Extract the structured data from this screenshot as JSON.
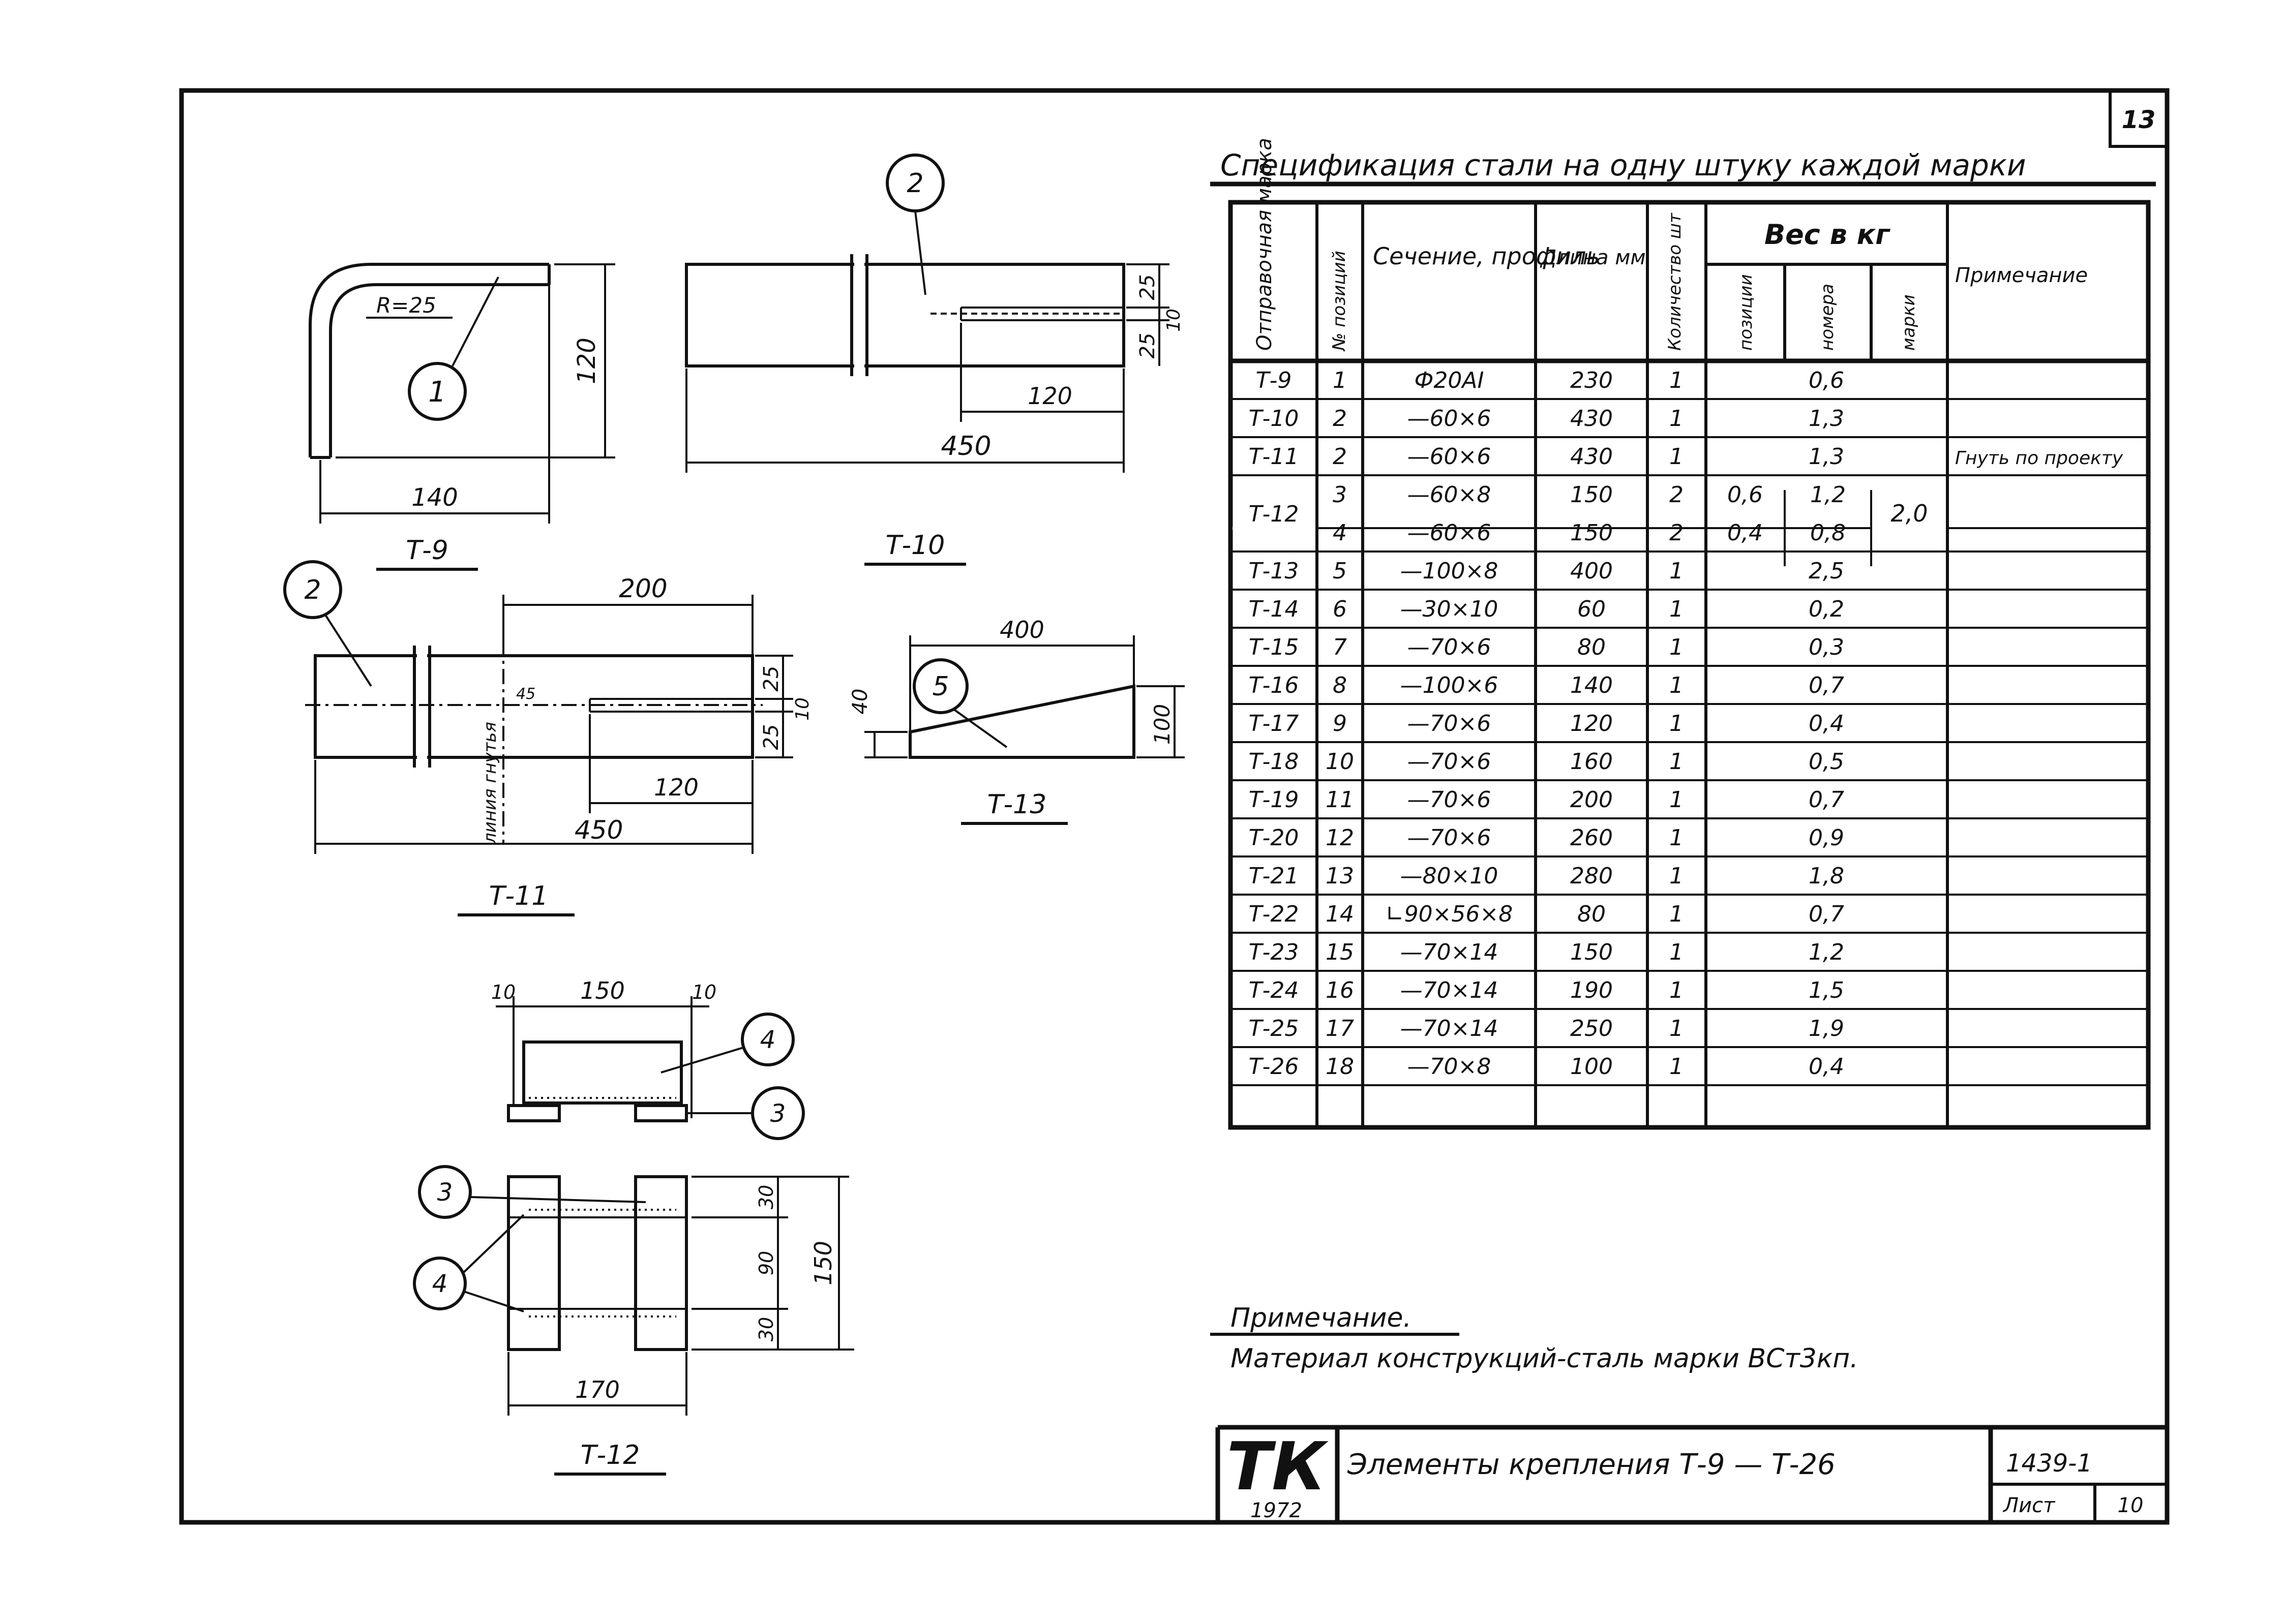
{
  "sheet_number": "13",
  "spec": {
    "title": "Спецификация стали на одну штуку каждой марки",
    "headers": {
      "mark": "Отправочная марка",
      "position": "№ позиций",
      "section": "Сечение, профиль",
      "length": "Длина мм",
      "qty": "Количество шт",
      "weight": "Вес в кг",
      "w_position": "позиции",
      "w_numbers": "номера",
      "w_mark": "марки",
      "note": "Примечание"
    },
    "rows": [
      {
        "mark": "Т-9",
        "pos": "1",
        "section": "Ф20АI",
        "length": "230",
        "qty": "1",
        "weight": "0,6"
      },
      {
        "mark": "Т-10",
        "pos": "2",
        "section": "—60×6",
        "length": "430",
        "qty": "1",
        "weight": "1,3"
      },
      {
        "mark": "Т-11",
        "pos": "2",
        "section": "—60×6",
        "length": "430",
        "qty": "1",
        "weight": "1,3",
        "note": "Гнуть по проекту"
      },
      {
        "mark": "Т-12",
        "pos": "3",
        "section": "—60×8",
        "length": "150",
        "qty": "2",
        "w_pos": "0,6",
        "w_num": "1,2",
        "w_mark": "2,0"
      },
      {
        "mark": "",
        "pos": "4",
        "section": "—60×6",
        "length": "150",
        "qty": "2",
        "w_pos": "0,4",
        "w_num": "0,8"
      },
      {
        "mark": "Т-13",
        "pos": "5",
        "section": "—100×8",
        "length": "400",
        "qty": "1",
        "weight": "2,5"
      },
      {
        "mark": "Т-14",
        "pos": "6",
        "section": "—30×10",
        "length": "60",
        "qty": "1",
        "weight": "0,2"
      },
      {
        "mark": "Т-15",
        "pos": "7",
        "section": "—70×6",
        "length": "80",
        "qty": "1",
        "weight": "0,3"
      },
      {
        "mark": "Т-16",
        "pos": "8",
        "section": "—100×6",
        "length": "140",
        "qty": "1",
        "weight": "0,7"
      },
      {
        "mark": "Т-17",
        "pos": "9",
        "section": "—70×6",
        "length": "120",
        "qty": "1",
        "weight": "0,4"
      },
      {
        "mark": "Т-18",
        "pos": "10",
        "section": "—70×6",
        "length": "160",
        "qty": "1",
        "weight": "0,5"
      },
      {
        "mark": "Т-19",
        "pos": "11",
        "section": "—70×6",
        "length": "200",
        "qty": "1",
        "weight": "0,7"
      },
      {
        "mark": "Т-20",
        "pos": "12",
        "section": "—70×6",
        "length": "260",
        "qty": "1",
        "weight": "0,9"
      },
      {
        "mark": "Т-21",
        "pos": "13",
        "section": "—80×10",
        "length": "280",
        "qty": "1",
        "weight": "1,8"
      },
      {
        "mark": "Т-22",
        "pos": "14",
        "section": "∟90×56×8",
        "length": "80",
        "qty": "1",
        "weight": "0,7"
      },
      {
        "mark": "Т-23",
        "pos": "15",
        "section": "—70×14",
        "length": "150",
        "qty": "1",
        "weight": "1,2"
      },
      {
        "mark": "Т-24",
        "pos": "16",
        "section": "—70×14",
        "length": "190",
        "qty": "1",
        "weight": "1,5"
      },
      {
        "mark": "Т-25",
        "pos": "17",
        "section": "—70×14",
        "length": "250",
        "qty": "1",
        "weight": "1,9"
      },
      {
        "mark": "Т-26",
        "pos": "18",
        "section": "—70×8",
        "length": "100",
        "qty": "1",
        "weight": "0,4"
      }
    ]
  },
  "note": {
    "title": "Примечание.",
    "text": "Материал конструкций-сталь марки ВСт3кп."
  },
  "stamp": {
    "logo": "ТК",
    "year": "1972",
    "title": "Элементы крепления Т-9 — Т-26",
    "code": "1439-1",
    "sheet_label": "Лист",
    "sheet_no": "10"
  },
  "drawings": {
    "t9": {
      "label": "Т-9",
      "radius": "R=25",
      "dim_w": "140",
      "dim_h": "120",
      "callout": "1"
    },
    "t10": {
      "label": "Т-10",
      "dim_total": "450",
      "dim_slot": "120",
      "dim_a": "25",
      "dim_b": "25",
      "dim_c": "10",
      "callout": "2"
    },
    "t11": {
      "label": "Т-11",
      "dim_top": "200",
      "dim_slot": "120",
      "dim_total": "450",
      "dim_a": "25",
      "dim_b": "25",
      "dim_c": "10",
      "callout": "2",
      "bend_note": "линия гнутья",
      "bend_angle": "45"
    },
    "t12": {
      "label": "Т-12",
      "dim_top": "150",
      "dim_left": "10",
      "dim_right": "10",
      "dim_w": "170",
      "dim_a": "30",
      "dim_b": "90",
      "dim_c": "30",
      "dim_h": "150",
      "callout_a": "4",
      "callout_b": "3",
      "callout_c": "3",
      "callout_d": "4"
    },
    "t13": {
      "label": "Т-13",
      "dim_w": "400",
      "dim_left": "40",
      "dim_h": "100",
      "callout": "5"
    }
  }
}
